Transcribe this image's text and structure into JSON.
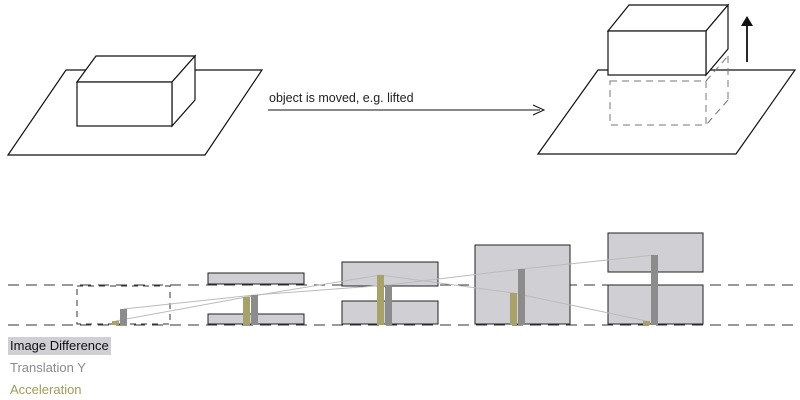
{
  "top_illustration": {
    "arrow_label": "object is moved, e.g. lifted"
  },
  "legend": {
    "items": [
      {
        "key": "image_difference",
        "label": "Image Difference",
        "text_color": "#111111",
        "highlight_color": "#d0d0d4"
      },
      {
        "key": "translation_y",
        "label": "Translation Y",
        "text_color": "#8a8a8a"
      },
      {
        "key": "acceleration",
        "label": "Acceleration",
        "text_color": "#a09a5a"
      }
    ]
  },
  "colors": {
    "line": "#111111",
    "frame_fill": "#d0d0d4",
    "translation_bar": "#8c8c8c",
    "acceleration_bar": "#a8a26a",
    "connector_line": "#bbbbbb"
  },
  "frames": [
    {
      "index": 1,
      "image_difference": "none",
      "translation_y": 0.4,
      "acceleration": 0.1
    },
    {
      "index": 2,
      "image_difference": "split",
      "translation_y": 0.75,
      "acceleration": 0.7
    },
    {
      "index": 3,
      "image_difference": "split",
      "translation_y": 1.0,
      "acceleration": 1.25
    },
    {
      "index": 4,
      "image_difference": "full",
      "translation_y": 1.4,
      "acceleration": 0.8
    },
    {
      "index": 5,
      "image_difference": "split",
      "translation_y": 1.75,
      "acceleration": 0.1
    }
  ]
}
